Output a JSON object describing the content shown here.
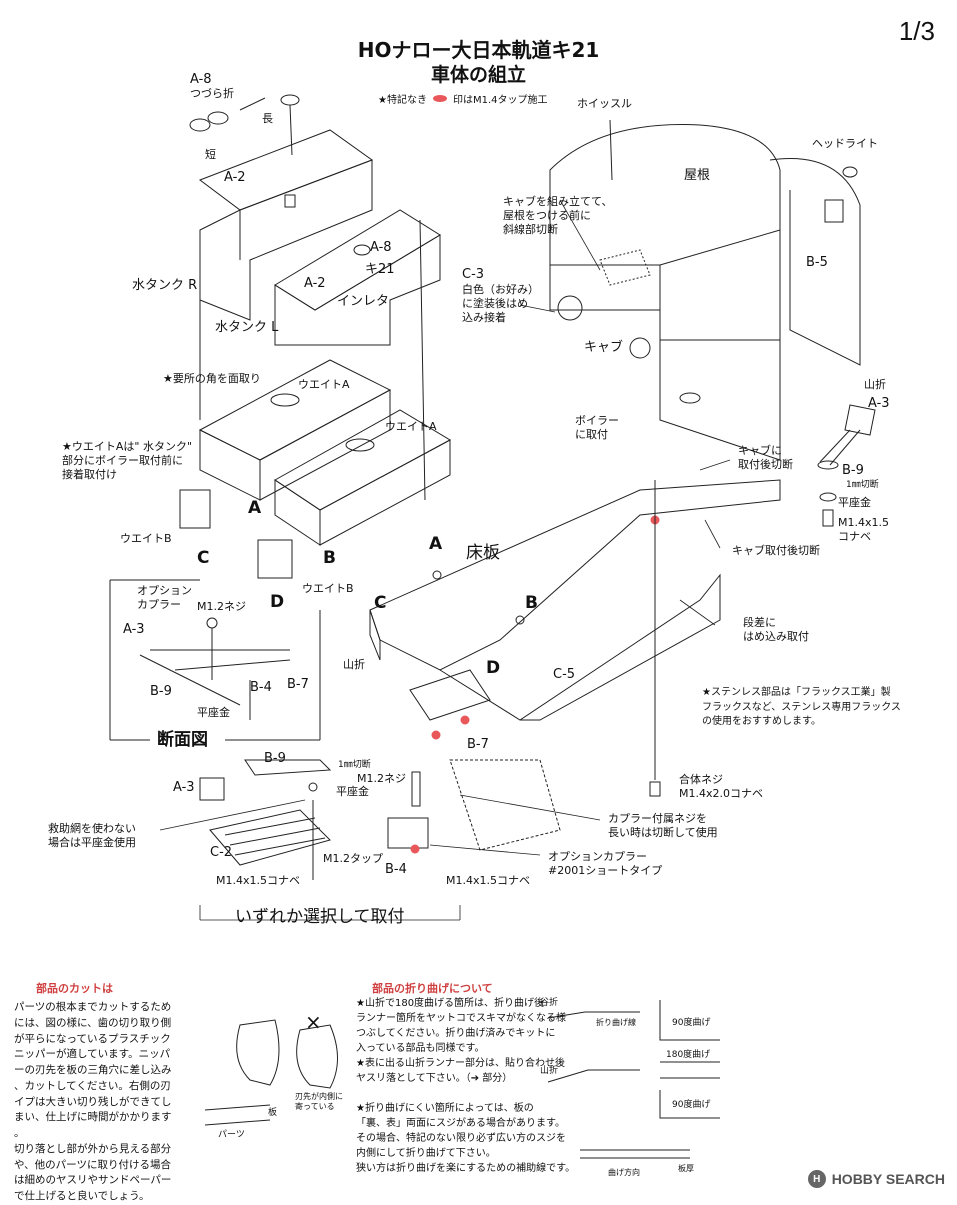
{
  "page_number": "1/3",
  "title_line1": "HOナロー大日本軌道キ21",
  "title_line2": "車体の組立",
  "legend": {
    "prefix": "★特記なき",
    "suffix": "印はM1.4タップ施工",
    "dot_color": "#e8585a"
  },
  "labels": {
    "a8_top": "A-8",
    "a8_top_sub": "つづら折",
    "naga": "長",
    "tan": "短",
    "a2_top": "A-2",
    "mizutank_r": "水タンク R",
    "a8_mid": "A-8",
    "ki21": "キ21",
    "a2_mid": "A-2",
    "inreta": "インレタ",
    "mizutank_l": "水タンク L",
    "kado": "★要所の角を面取り",
    "weight_a1": "ウエイトA",
    "weight_a2": "ウエイトA",
    "weight_a_note": "★ウエイトAは\" 水タンク\"\n部分にボイラー取付前に\n接着取付け",
    "weight_b1": "ウエイトB",
    "letter_a": "A",
    "letter_c": "C",
    "weight_b2": "ウエイトB",
    "letter_b": "B",
    "letter_d": "D",
    "whistle": "ホイッスル",
    "cab_note": "キャブを組み立てて、\n屋根をつける前に\n斜線部切断",
    "roof": "屋根",
    "headlight": "ヘッドライト",
    "c3": "C-3",
    "c3_note": "白色（お好み）\nに塗装後はめ\n込み接着",
    "b5": "B-5",
    "cab": "キャブ",
    "yamaori1": "山折",
    "boiler": "ボイラー\nに取付",
    "a3_right": "A-3",
    "cab_cut1": "キャブに\n取付後切断",
    "b9_right": "B-9",
    "cut_1mm_right": "1㎜切断",
    "hirazagane_right": "平座金",
    "screw_right": "M1.4x1.5\nコナベ",
    "floor_a": "A",
    "floor": "床板",
    "cab_cut2": "キャブ取付後切断",
    "floor_c": "C",
    "floor_b": "B",
    "step": "段差に\nはめ込み取付",
    "option_coupler": "オプション\nカプラー",
    "m12_screw1": "M1.2ネジ",
    "a3_sec": "A-3",
    "b9_sec": "B-9",
    "b4_sec": "B-4",
    "b7_sec": "B-7",
    "hirazagane_sec": "平座金",
    "section": "断面図",
    "yamaori2": "山折",
    "floor_d": "D",
    "c5": "C-5",
    "b7": "B-7",
    "b9_low": "B-9",
    "cut_1mm_low": "1㎜切断",
    "m12_screw2": "M1.2ネジ",
    "a3_low": "A-3",
    "hirazagane_low": "平座金",
    "rescue_note": "救助網を使わない\n場合は平座金使用",
    "c2": "C-2",
    "m12_tap": "M1.2タップ",
    "b4_low": "B-4",
    "screw_low1": "M1.4x1.5コナベ",
    "screw_low2": "M1.4x1.5コナベ",
    "alloy_screw": "合体ネジ\nM1.4x2.0コナベ",
    "coupler_screw": "カプラー付属ネジを\n長い時は切断して使用",
    "option_coupler2": "オプションカプラー\n#2001ショートタイプ",
    "select": "いずれか選択して取付"
  },
  "stainless_note": [
    "★ステンレス部品は「フラックス工業」製",
    "フラックスなど、ステンレス専用フラックス",
    "の使用をおすすめします。"
  ],
  "cut_section": {
    "title": "部品のカットは",
    "lines": [
      "パーツの根本までカットするため",
      "には、図の様に、歯の切り取り側",
      "が平らになっているプラスチック",
      "ニッパーが適しています。ニッパ",
      "ーの刃先を板の三角穴に差し込み",
      "、カットしてください。右側の刃",
      "イプは大きい切り残しができてし",
      "まい、仕上げに時間がかかります",
      "。",
      "切り落とし部が外から見える部分",
      "や、他のパーツに取り付ける場合",
      "は細めのヤスリやサンドペーパー",
      "で仕上げると良いでしょう。"
    ],
    "fig_cross": "×",
    "fig_parts": "パーツ",
    "fig_board": "板",
    "fig_note": "刃先が内側に\n寄っている"
  },
  "bend_section": {
    "title": "部品の折り曲げについて",
    "lines": [
      "★山折で180度曲げる箇所は、折り曲げ後",
      "ランナー箇所をヤットコでスキマがなくなる様",
      "つぶしてください。折り曲げ済みでキットに",
      "入っている部品も同様です。",
      "★表に出る山折ランナー部分は、貼り合わせ後",
      "ヤスリ落として下さい。（➔ 部分）",
      "",
      "★折り曲げにくい箇所によっては、板の",
      "「裏、表」両面にスジがある場合があります。",
      "その場合、特記のない限り必ず広い方のスジを",
      "内側にして折り曲げて下さい。",
      "狭い方は折り曲げを楽にするための補助線です。"
    ],
    "tanori": "谷折",
    "orimagesen": "折り曲げ線",
    "deg90": "90度曲げ",
    "yamaori": "山折",
    "deg180": "180度曲げ",
    "deg90b": "90度曲げ",
    "magehoukou": "曲げ方向",
    "itaatsu": "板厚"
  },
  "watermark": "HOBBY SEARCH",
  "watermark_logo": "H"
}
